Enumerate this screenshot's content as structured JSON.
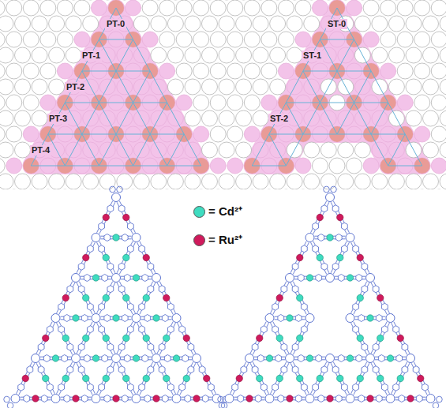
{
  "diagram": {
    "labels": [
      "PT-0",
      "PT-1",
      "PT-2",
      "PT-3",
      "PT-4",
      "ST-0",
      "ST-1",
      "ST-2"
    ],
    "legend": [
      {
        "text": "= Cd²⁺",
        "color": "#3fdcc0"
      },
      {
        "text": "= Ru²⁺",
        "color": "#d01a5c"
      }
    ]
  }
}
